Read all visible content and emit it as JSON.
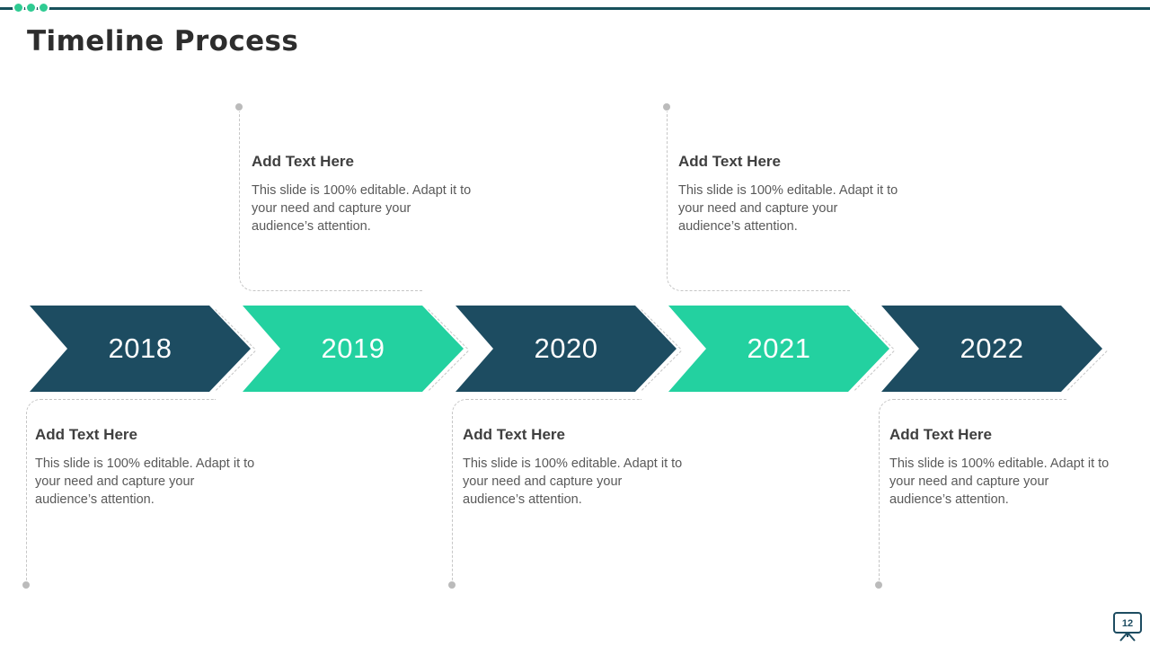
{
  "slide": {
    "title": "Timeline Process",
    "page_number": "12"
  },
  "theme": {
    "navy": "#1d4c61",
    "green": "#23d1a0",
    "top_line": "#17505b",
    "top_dots": "#2fcb92",
    "dashed_connector": "#c6c6c6",
    "heading_text": "#3f3f3f",
    "body_text": "#595959",
    "year_text": "#ffffff"
  },
  "timeline": {
    "years": [
      {
        "label": "2018",
        "color": "#1d4c61"
      },
      {
        "label": "2019",
        "color": "#23d1a0"
      },
      {
        "label": "2020",
        "color": "#1d4c61"
      },
      {
        "label": "2021",
        "color": "#23d1a0"
      },
      {
        "label": "2022",
        "color": "#1d4c61"
      }
    ]
  },
  "callouts": [
    {
      "position": "top",
      "year": "2019",
      "heading": "Add Text Here",
      "lines": [
        "This slide is 100% editable. Adapt it to",
        "your need and capture your",
        "audience’s attention."
      ]
    },
    {
      "position": "top",
      "year": "2021",
      "heading": "Add Text Here",
      "lines": [
        "This slide is 100% editable. Adapt it to",
        "your need and capture your",
        "audience’s attention."
      ]
    },
    {
      "position": "bottom",
      "year": "2018",
      "heading": "Add Text Here",
      "lines": [
        "This slide is 100% editable. Adapt it to",
        "your need and capture your",
        "audience’s attention."
      ]
    },
    {
      "position": "bottom",
      "year": "2020",
      "heading": "Add Text Here",
      "lines": [
        "This slide is 100% editable. Adapt it to",
        "your need and capture your",
        "audience’s attention."
      ]
    },
    {
      "position": "bottom",
      "year": "2022",
      "heading": "Add Text Here",
      "lines": [
        "This slide is 100% editable. Adapt it to",
        "your need and capture your",
        "audience’s attention."
      ]
    }
  ]
}
